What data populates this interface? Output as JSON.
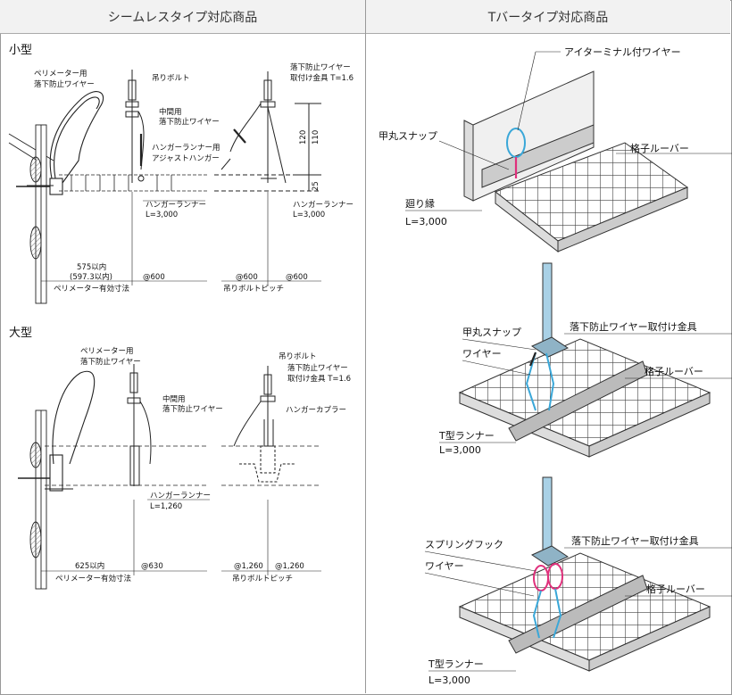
{
  "header": {
    "left": "シームレスタイプ対応商品",
    "right": "Tバータイプ対応商品"
  },
  "small": {
    "section_title": "小型",
    "perimeter_wire": [
      "ペリメーター用",
      "落下防止ワイヤー"
    ],
    "hanging_bolt": "吊りボルト",
    "middle_wire": [
      "中間用",
      "落下防止ワイヤー"
    ],
    "adjust_hanger": [
      "ハンガーランナー用",
      "アジャストハンガー"
    ],
    "wire_bracket": [
      "落下防止ワイヤー",
      "取付け金具 T=1.6"
    ],
    "dim_120": "120",
    "dim_110": "110",
    "dim_25": "25",
    "runner_left": [
      "ハンガーランナー",
      "L=3,000"
    ],
    "runner_right": [
      "ハンガーランナー",
      "L=3,000"
    ],
    "eff_dim": [
      "575以内",
      "(597.3以内)"
    ],
    "eff_label": "ペリメーター有効寸法",
    "pitch_600a": "@600",
    "pitch_600b": "@600",
    "pitch_600c": "@600",
    "pitch_label": "吊りボルトピッチ"
  },
  "large": {
    "section_title": "大型",
    "perimeter_wire": [
      "ペリメーター用",
      "落下防止ワイヤー"
    ],
    "middle_wire": [
      "中間用",
      "落下防止ワイヤー"
    ],
    "hanging_bolt": "吊りボルト",
    "wire_bracket": [
      "落下防止ワイヤー",
      "取付け金具 T=1.6"
    ],
    "hanger_coupler": "ハンガーカプラー",
    "runner": [
      "ハンガーランナー",
      "L=1,260"
    ],
    "eff_dim": "625以内",
    "pitch_630": "@630",
    "eff_label": "ペリメーター有効寸法",
    "pitch_1260a": "@1,260",
    "pitch_1260b": "@1,260",
    "pitch_label": "吊りボルトピッチ"
  },
  "tbar1": {
    "terminal_wire": "アイターミナル付ワイヤー",
    "snap": "甲丸スナップ",
    "louver": "格子ルーバー",
    "edge": "廻り縁",
    "edge_len": "L=3,000"
  },
  "tbar2": {
    "snap": "甲丸スナップ",
    "bracket": "落下防止ワイヤー取付け金具",
    "wire": "ワイヤー",
    "louver": "格子ルーバー",
    "runner": "T型ランナー",
    "runner_len": "L=3,000"
  },
  "tbar3": {
    "hook": "スプリングフック",
    "bracket": "落下防止ワイヤー取付け金具",
    "wire": "ワイヤー",
    "louver": "格子ルーバー",
    "runner": "T型ランナー",
    "runner_len": "L=3,000"
  },
  "colors": {
    "wire_blue": "#3aa7d8",
    "snap_pink": "#e0307c",
    "rod": "#a9d1e6",
    "line": "#222222"
  }
}
